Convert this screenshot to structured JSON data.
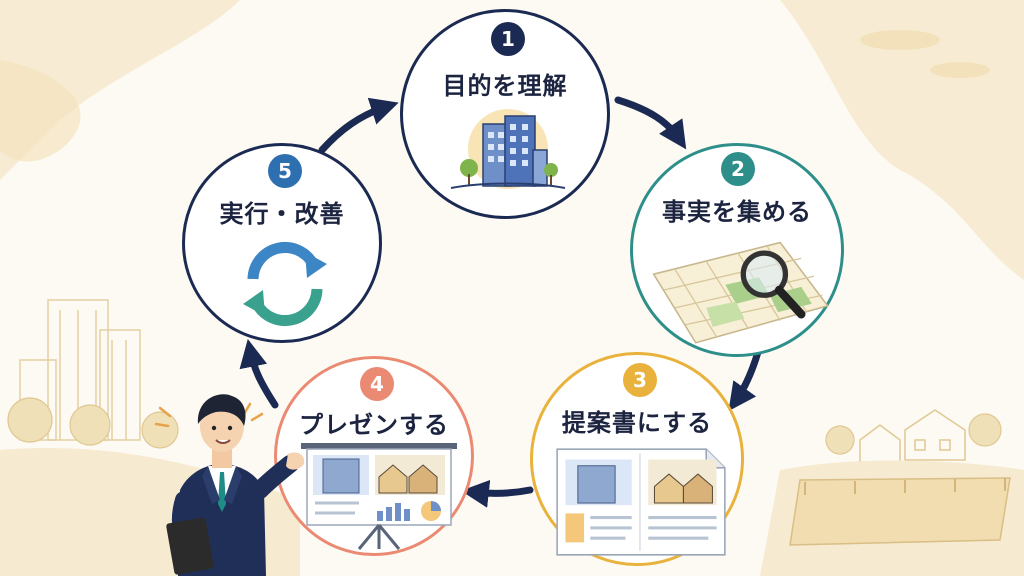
{
  "steps": [
    {
      "number": "1",
      "label": "目的を理解",
      "icon": "office-building-icon",
      "color": "#1b2a52"
    },
    {
      "number": "2",
      "label": "事実を集める",
      "icon": "map-magnifier-icon",
      "color": "#2e8f8a"
    },
    {
      "number": "3",
      "label": "提案書にする",
      "icon": "proposal-document-icon",
      "color": "#e9b23c"
    },
    {
      "number": "4",
      "label": "プレゼンする",
      "icon": "presentation-board-icon",
      "color": "#ea8a72"
    },
    {
      "number": "5",
      "label": "実行・改善",
      "icon": "cycle-arrows-icon",
      "color": "#2e6fb0"
    }
  ],
  "colors": {
    "arrow": "#1b2a52",
    "background": "#fdfaf3",
    "accent_sand": "#f3e6c6"
  }
}
